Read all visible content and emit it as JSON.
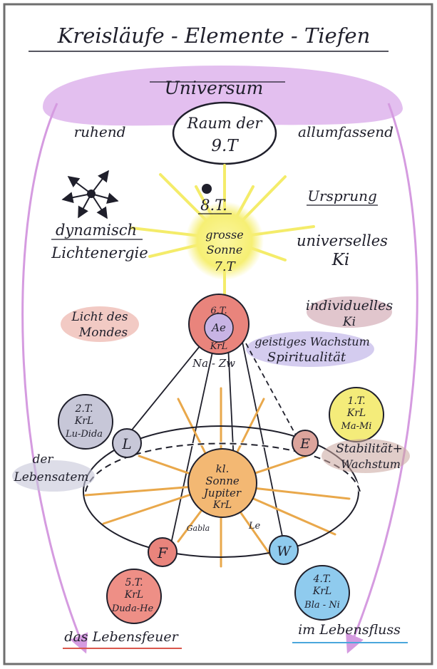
{
  "title": "Kreisläufe - Elemente - Tiefen",
  "universe": {
    "label": "Universum",
    "left": "ruhend",
    "right": "allumfassend"
  },
  "space": {
    "line1": "Raum der",
    "line2": "9.T"
  },
  "eighth": "8.T.",
  "origin": "Ursprung",
  "dynamic": {
    "line1": "dynamisch",
    "line2": "Lichtenergie"
  },
  "universal_ki": {
    "line1": "universelles",
    "line2": "Ki"
  },
  "big_sun": {
    "line1": "grosse",
    "line2": "Sonne",
    "line3": "7.T"
  },
  "moon_light": {
    "line1": "Licht des",
    "line2": "Mondes"
  },
  "individual_ki": {
    "line1": "individuelles",
    "line2": "Ki"
  },
  "sixth": {
    "top": "6.T.",
    "mid": "Ae",
    "bot": "KrL"
  },
  "na_zw": "Na - Zw",
  "spiritual": {
    "line1": "geistiges Wachstum",
    "line2": "Spiritualität"
  },
  "second": {
    "line1": "2.T.",
    "line2": "KrL",
    "line3": "Lu-Dida"
  },
  "first": {
    "line1": "1.T.",
    "line2": "KrL",
    "line3": "Ma-Mi"
  },
  "breath": {
    "line1": "der",
    "line2": "Lebensatem"
  },
  "stability": {
    "line1": "Stabilität+",
    "line2": "Wachstum"
  },
  "small_sun": {
    "line1": "kl.",
    "line2": "Sonne",
    "line3": "Jupiter",
    "line4": "KrL"
  },
  "gabla": "Gabla",
  "le": "Le",
  "nodes": {
    "L": "L",
    "E": "E",
    "F": "F",
    "W": "W"
  },
  "fifth": {
    "line1": "5.T.",
    "line2": "KrL",
    "line3": "Duda-He"
  },
  "fourth": {
    "line1": "4.T.",
    "line2": "KrL",
    "line3": "Bla - Ni"
  },
  "fire": "das Lebensfeuer",
  "flow": "im Lebensfluss",
  "colors": {
    "purple": "#cfa0e6",
    "yellow": "#f4ec6a",
    "orange": "#e9a84b",
    "red": "#e9847c",
    "blue": "#8fcbee",
    "grey": "#c7c7d8"
  }
}
